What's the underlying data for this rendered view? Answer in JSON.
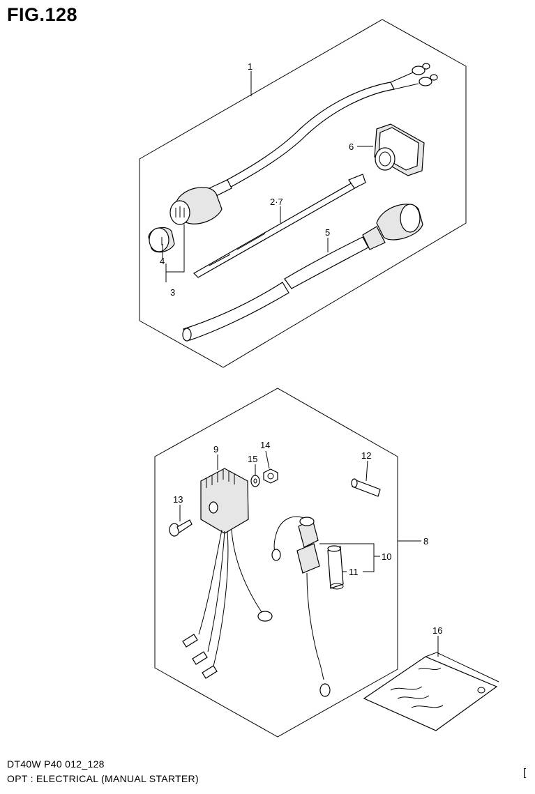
{
  "figure": {
    "title": "FIG.128",
    "code": "DT40W P40 012_128",
    "description": "OPT : ELECTRICAL (MANUAL STARTER)",
    "corner_mark": "["
  },
  "callouts": {
    "c1": "1",
    "c2_7": "2·7",
    "c3": "3",
    "c4": "4",
    "c5": "5",
    "c6": "6",
    "c8": "8",
    "c9": "9",
    "c10": "10",
    "c11": "11",
    "c12": "12",
    "c13": "13",
    "c14": "14",
    "c15": "15",
    "c16": "16"
  }
}
